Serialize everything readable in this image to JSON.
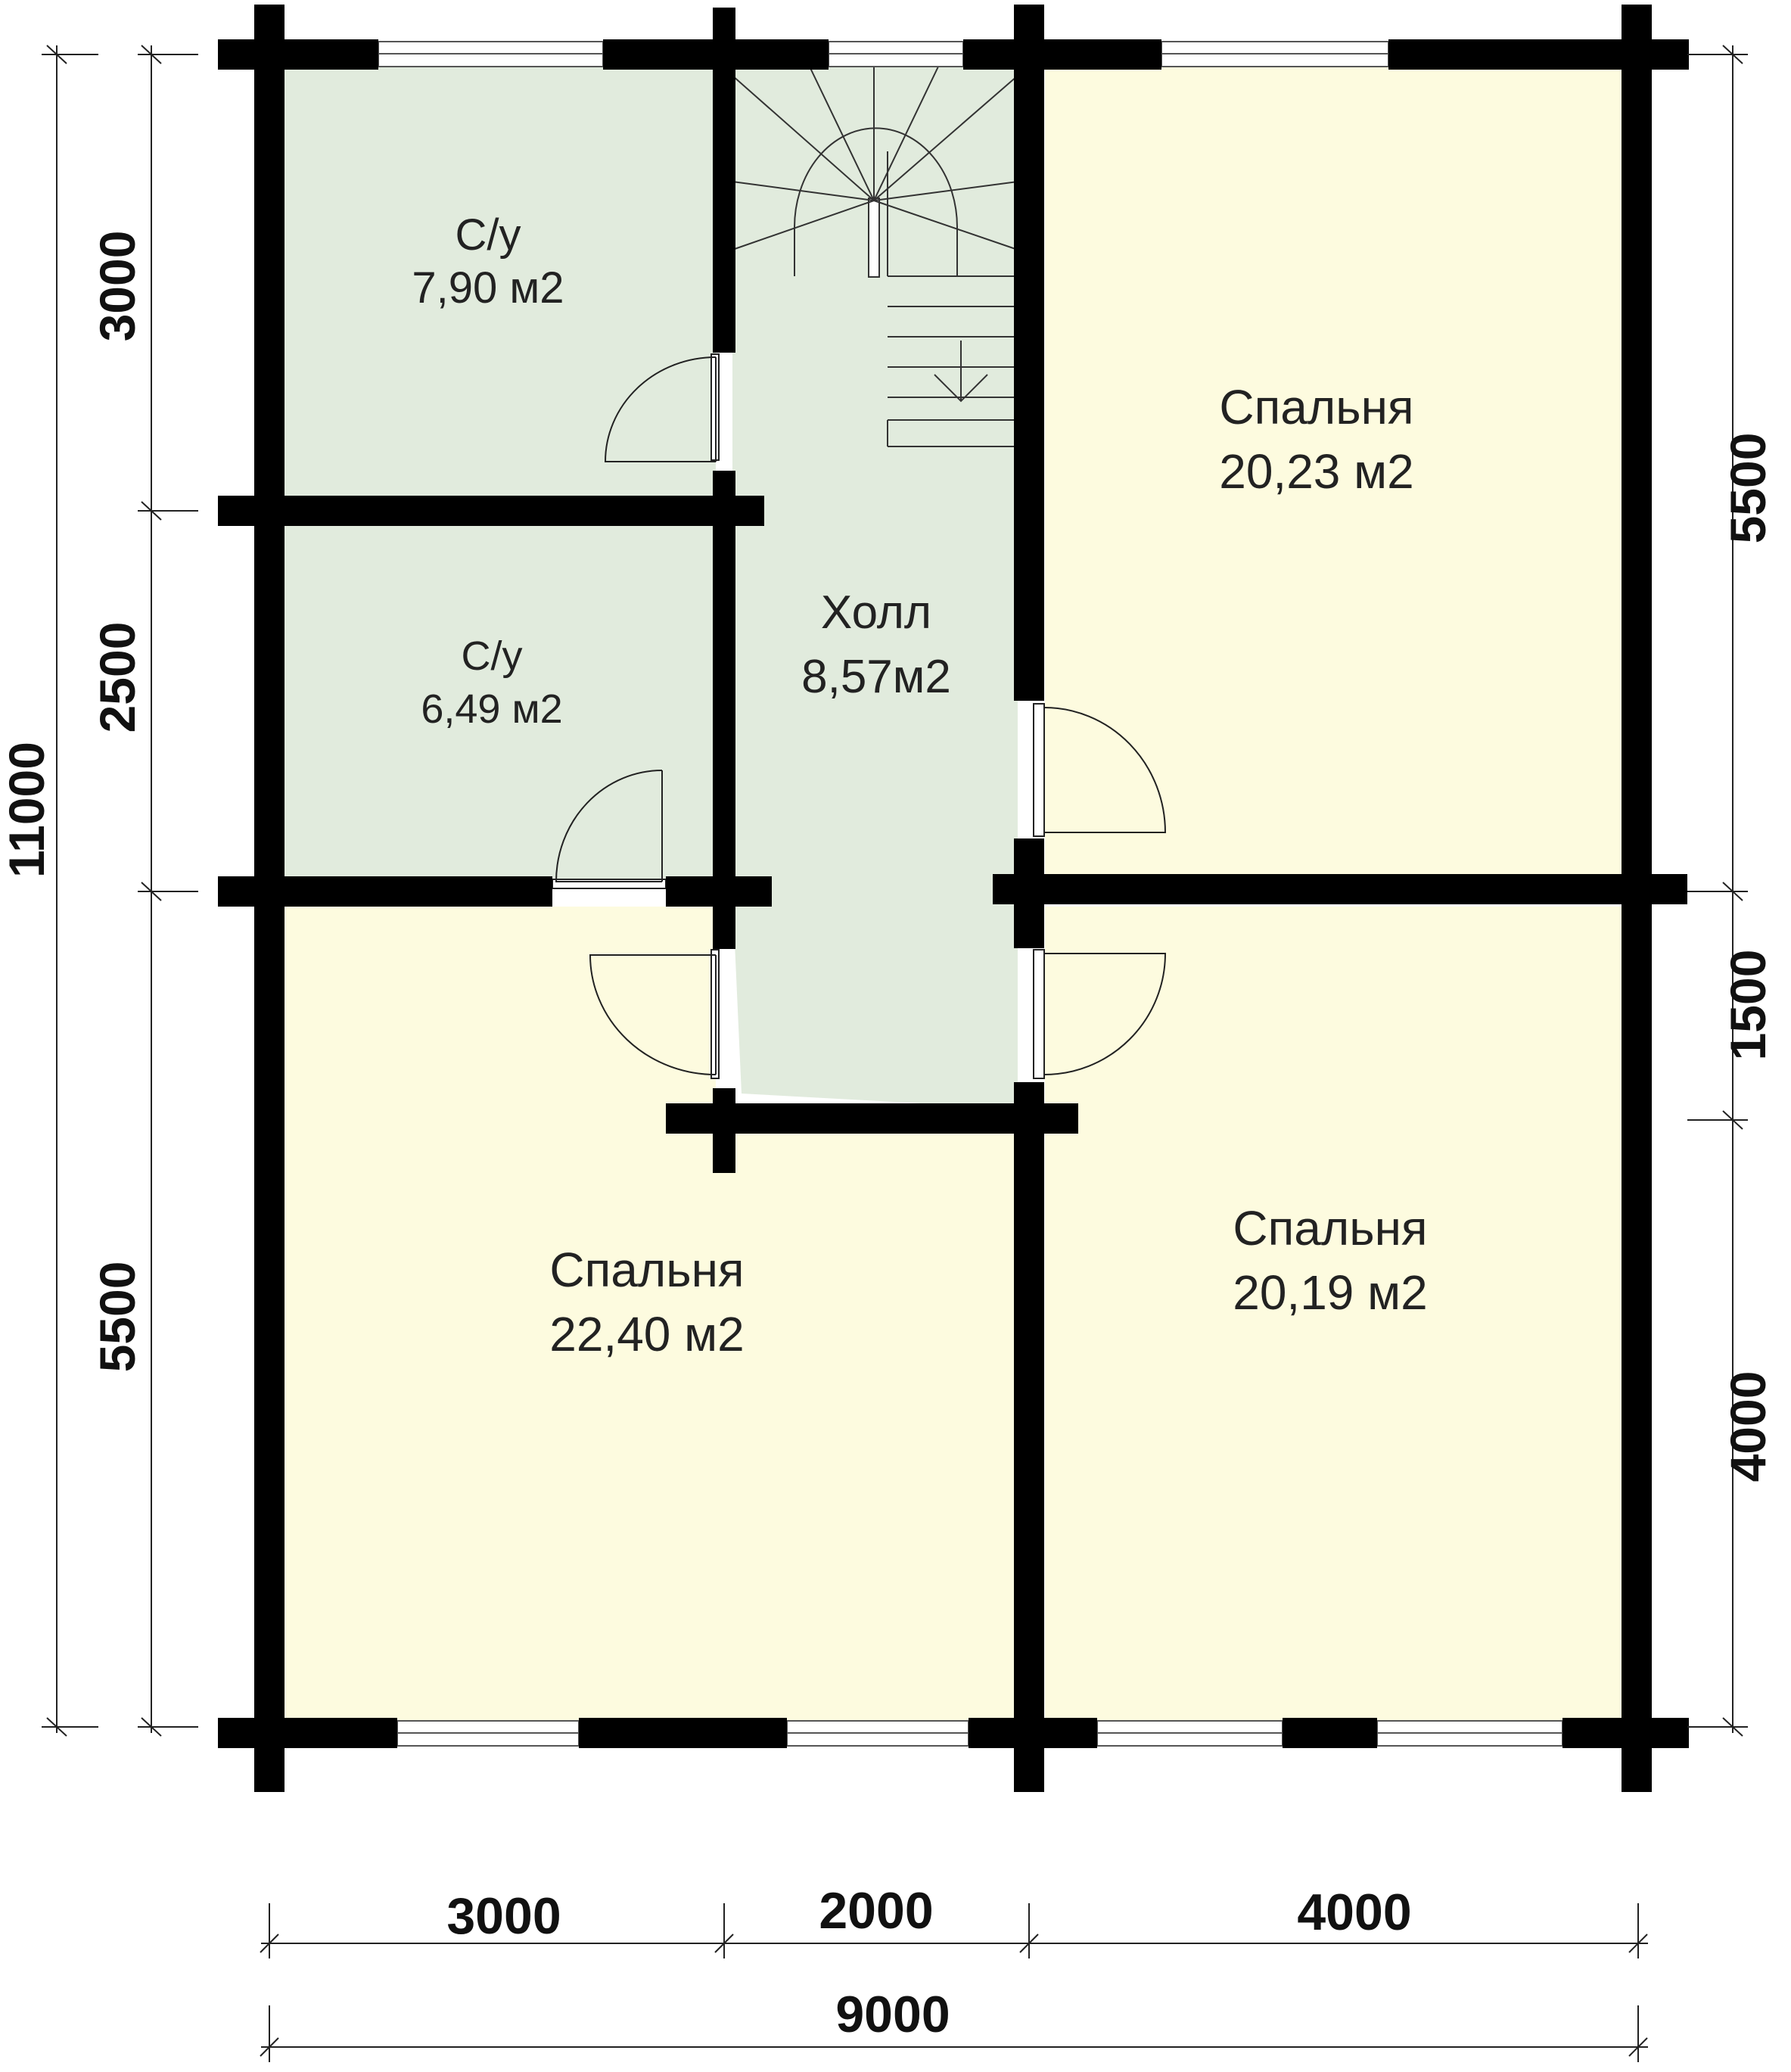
{
  "colors": {
    "bedroom_fill": "#fdfbdf",
    "service_fill": "#e1ebdd",
    "wall": "#000000",
    "background": "#ffffff"
  },
  "rooms": {
    "bath_1": {
      "name": "С/у",
      "area": "7,90 м2"
    },
    "bath_2": {
      "name": "С/у",
      "area": "6,49 м2"
    },
    "hall": {
      "name": "Холл",
      "area": "8,57м2"
    },
    "bedroom_ne": {
      "name": "Спальня",
      "area": "20,23 м2"
    },
    "bedroom_sw": {
      "name": "Спальня",
      "area": "22,40 м2"
    },
    "bedroom_se": {
      "name": "Спальня",
      "area": "20,19 м2"
    }
  },
  "dimensions": {
    "left_total": "11000",
    "left_top": "3000",
    "left_mid": "2500",
    "left_bottom": "5500",
    "right_top": "5500",
    "right_mid": "1500",
    "right_bottom": "4000",
    "bottom_left": "3000",
    "bottom_mid": "2000",
    "bottom_right": "4000",
    "bottom_total": "9000"
  },
  "stairs": {
    "direction_icon": "down-arrow-icon"
  }
}
